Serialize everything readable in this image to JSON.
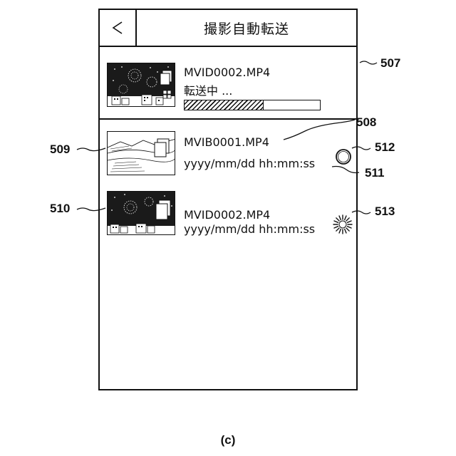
{
  "screen": {
    "title": "撮影自動転送",
    "back_label": "<"
  },
  "current_transfer": {
    "filename": "MVID0002.MP4",
    "status": "転送中 ...",
    "progress": 0.58
  },
  "history": [
    {
      "filename": "MVIB0001.MP4",
      "datetime": "yyyy/mm/dd hh:mm:ss",
      "status_icon": "circle-icon"
    },
    {
      "filename": "MVID0002.MP4",
      "datetime": "yyyy/mm/dd hh:mm:ss",
      "status_icon": "starburst-icon"
    }
  ],
  "reference_labels": {
    "r507": "507",
    "r508": "508",
    "r509": "509",
    "r510": "510",
    "r511": "511",
    "r512": "512",
    "r513": "513"
  },
  "caption": "(c)"
}
